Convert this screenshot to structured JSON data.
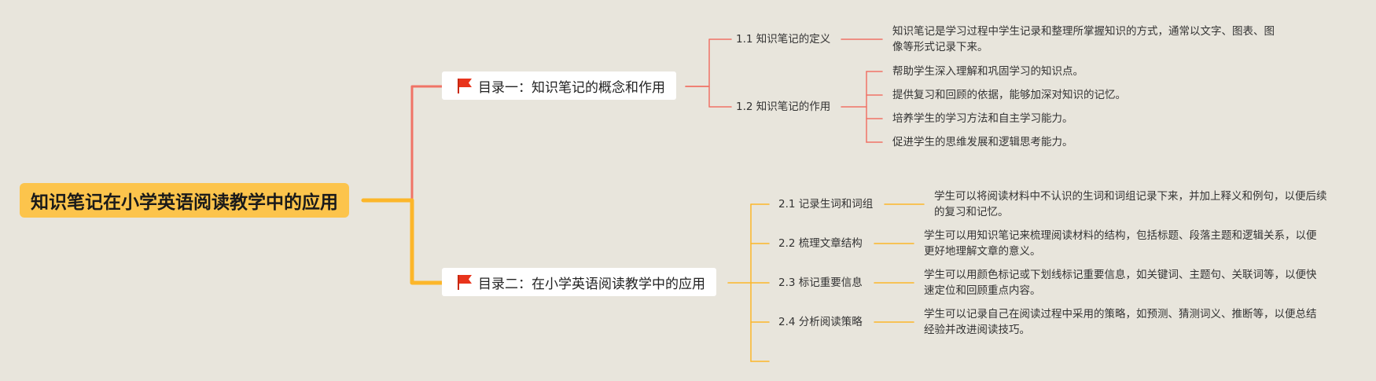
{
  "root": {
    "title": "知识笔记在小学英语阅读教学中的应用"
  },
  "branches": [
    {
      "label": "目录一：知识笔记的概念和作用",
      "icon": "red-flag-icon",
      "color": "#f07366",
      "subtopics": [
        {
          "label": "1.1 知识笔记的定义",
          "details": [
            "知识笔记是学习过程中学生记录和整理所掌握知识的方式，通常以文字、图表、图像等形式记录下来。"
          ]
        },
        {
          "label": "1.2 知识笔记的作用",
          "details": [
            "帮助学生深入理解和巩固学习的知识点。",
            "提供复习和回顾的依据，能够加深对知识的记忆。",
            "培养学生的学习方法和自主学习能力。",
            "促进学生的思维发展和逻辑思考能力。"
          ]
        }
      ]
    },
    {
      "label": "目录二：在小学英语阅读教学中的应用",
      "icon": "red-flag-icon",
      "color": "#fcb62a",
      "subtopics": [
        {
          "label": "2.1 记录生词和词组",
          "details": [
            "学生可以将阅读材料中不认识的生词和词组记录下来，并加上释义和例句，以便后续的复习和记忆。"
          ]
        },
        {
          "label": "2.2 梳理文章结构",
          "details": [
            "学生可以用知识笔记来梳理阅读材料的结构，包括标题、段落主题和逻辑关系，以便更好地理解文章的意义。"
          ]
        },
        {
          "label": "2.3 标记重要信息",
          "details": [
            "学生可以用颜色标记或下划线标记重要信息，如关键词、主题句、关联词等，以便快速定位和回顾重点内容。"
          ]
        },
        {
          "label": "2.4 分析阅读策略",
          "details": [
            "学生可以记录自己在阅读过程中采用的策略，如预测、猜测词义、推断等，以便总结经验并改进阅读技巧。"
          ]
        }
      ]
    }
  ],
  "colors": {
    "background": "#e8e5dc",
    "root_fill": "#fcc44c",
    "branch1_line": "#f07366",
    "branch2_line": "#fcb62a",
    "flag": "#e8341c"
  }
}
